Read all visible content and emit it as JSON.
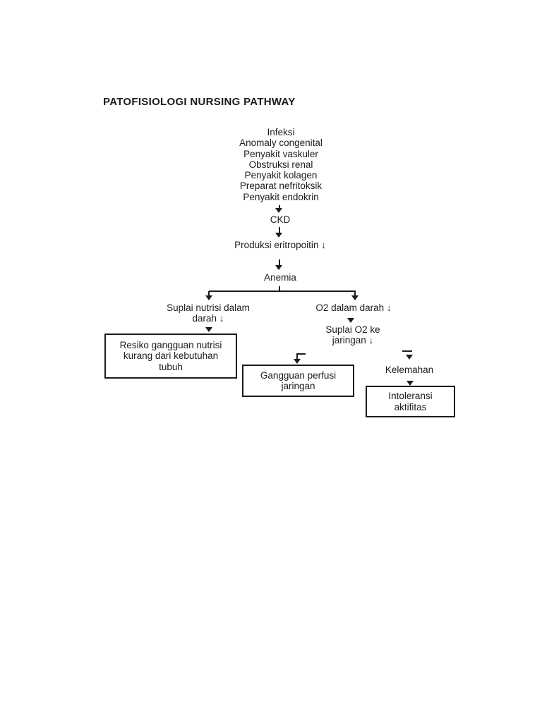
{
  "document": {
    "title": "PATOFISIOLOGI NURSING PATHWAY"
  },
  "flowchart": {
    "causes": [
      "Infeksi",
      "Anomaly congenital",
      "Penyakit vaskuler",
      "Obstruksi renal",
      "Penyakit kolagen",
      "Preparat nefritoksik",
      "Penyakit endokrin"
    ],
    "nodes": {
      "ckd": "CKD",
      "eritropoitin": "Produksi eritropoitin ↓",
      "anemia": "Anemia",
      "suplai_nutrisi_line1": "Suplai nutrisi dalam",
      "suplai_nutrisi_line2": "darah ↓",
      "o2_darah": "O2 dalam darah ↓",
      "suplai_o2_line1": "Suplai O2 ke",
      "suplai_o2_line2": "jaringan ↓",
      "kelemahan": "Kelemahan"
    },
    "boxes": {
      "resiko_nutrisi": [
        "Resiko gangguan nutrisi",
        "kurang dari kebutuhan",
        "tubuh"
      ],
      "gangguan_perfusi": [
        "Gangguan perfusi",
        "jaringan"
      ],
      "intoleransi": [
        "Intoleransi",
        "aktifitas"
      ]
    },
    "colors": {
      "ink": "#1c1c1c",
      "page_background": "#ffffff"
    }
  }
}
